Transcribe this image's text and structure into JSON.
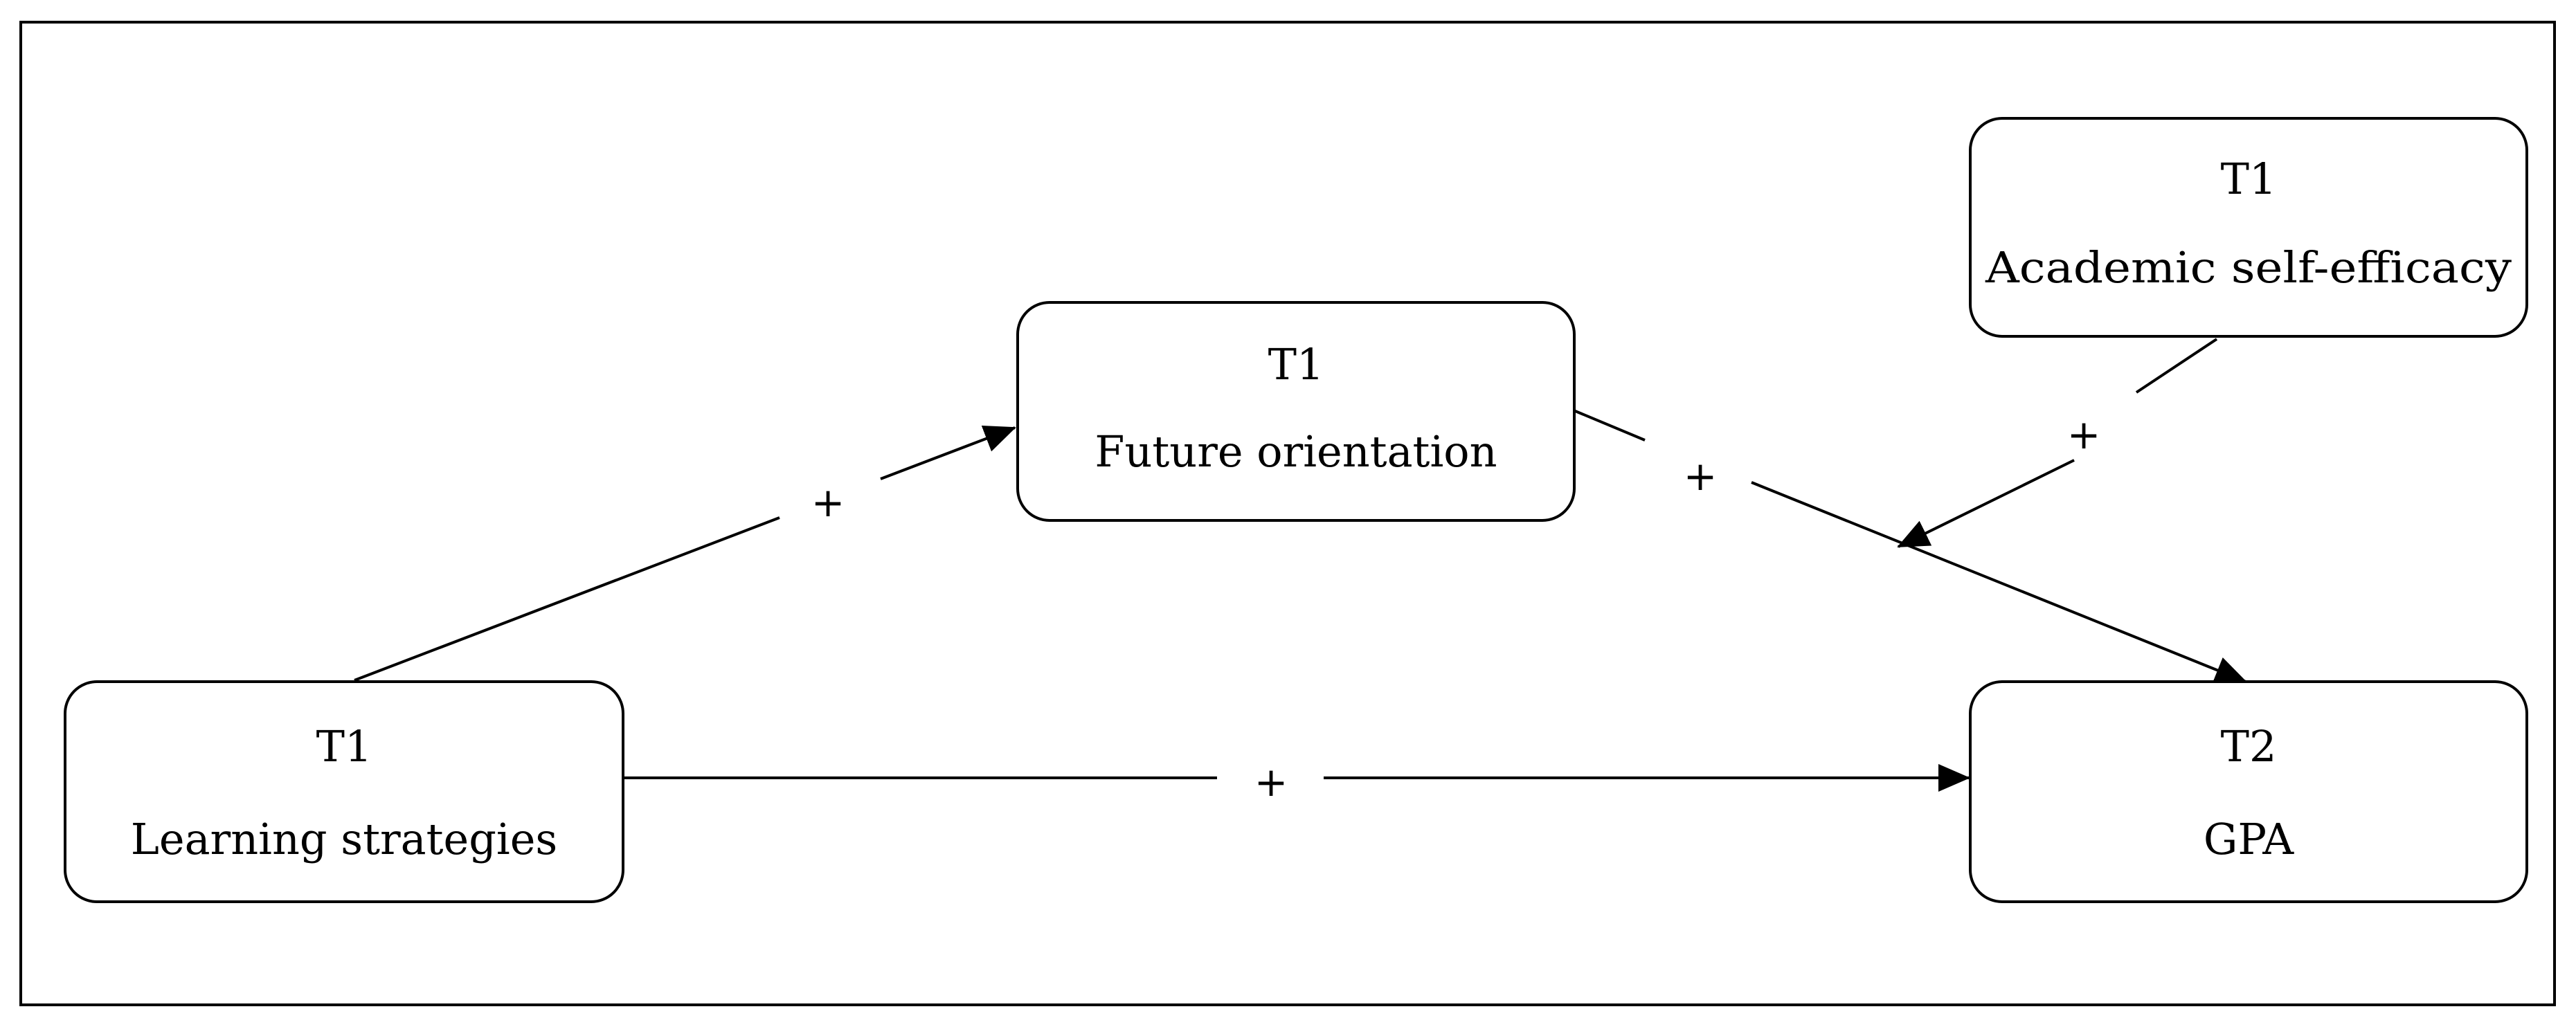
{
  "nodes": {
    "learning": {
      "time": "T1",
      "label": "Learning strategies"
    },
    "future": {
      "time": "T1",
      "label": "Future orientation"
    },
    "efficacy": {
      "time": "T1",
      "label": "Academic self-efficacy"
    },
    "gpa": {
      "time": "T2",
      "label": "GPA"
    }
  },
  "edges": {
    "learning_to_future": {
      "sign": "+"
    },
    "future_to_gpa": {
      "sign": "+"
    },
    "efficacy_moderation": {
      "sign": "+"
    },
    "learning_to_gpa": {
      "sign": "+"
    }
  },
  "colors": {
    "stroke": "#000000",
    "background": "#ffffff"
  }
}
